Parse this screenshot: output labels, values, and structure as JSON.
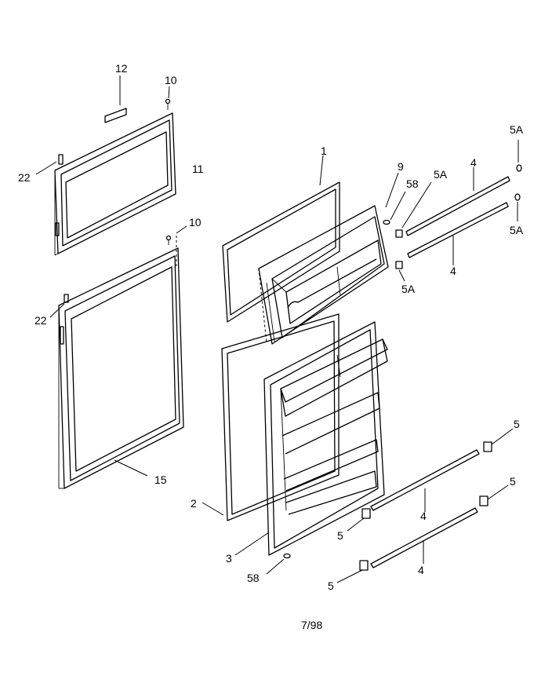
{
  "diagram": {
    "labels": {
      "p12": "12",
      "p10_top": "10",
      "p22_top": "22",
      "p11": "11",
      "p10_mid": "10",
      "p22_mid": "22",
      "p15": "15",
      "p1": "1",
      "p9": "9",
      "p58_top": "58",
      "p5A_a": "5A",
      "p4_a": "4",
      "p5A_b": "5A",
      "p5A_c": "5A",
      "p4_b": "4",
      "p5A_d": "5A",
      "p2": "2",
      "p3": "3",
      "p58_bot": "58",
      "p5_a": "5",
      "p4_c": "4",
      "p5_b": "5",
      "p5_c": "5",
      "p4_d": "4",
      "p5_d": "5"
    },
    "footer": "7/98"
  }
}
